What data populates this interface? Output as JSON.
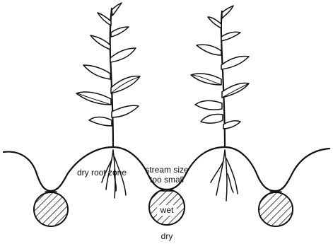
{
  "labels": {
    "dry_root_zone": "dry root zone",
    "stream_size_line1": "stream size",
    "stream_size_line2": "too small",
    "wet": "wet",
    "dry": "dry"
  }
}
